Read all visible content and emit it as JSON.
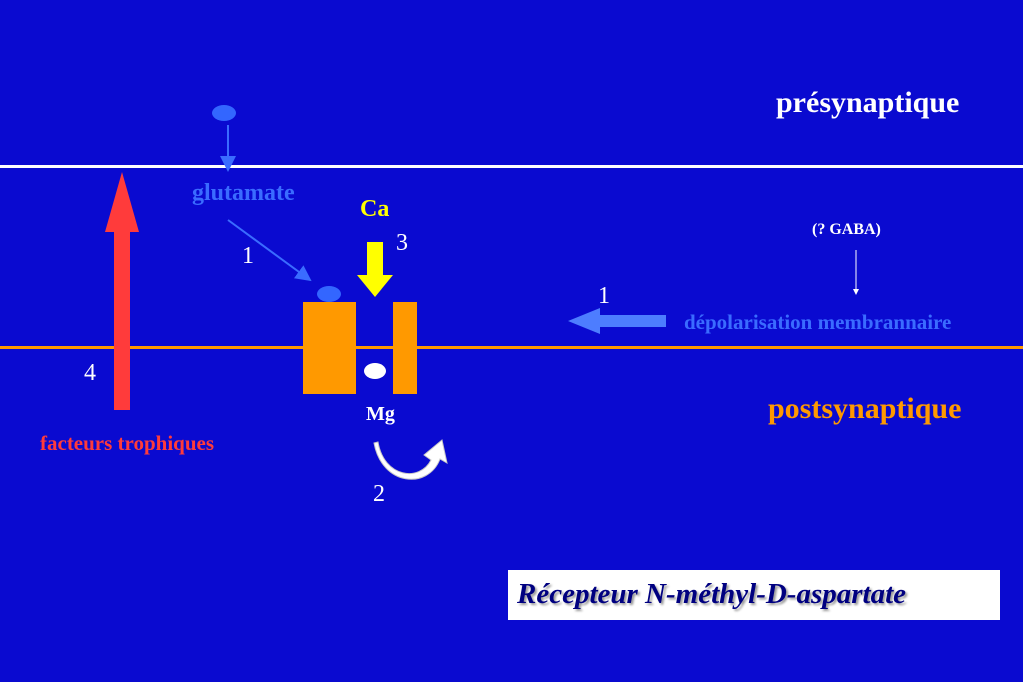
{
  "labels": {
    "presynaptic": "présynaptique",
    "postsynaptic": "postsynaptique",
    "glutamate": "glutamate",
    "calcium": "Ca",
    "magnesium": "Mg",
    "gaba": "(? GABA)",
    "depolarisation": "dépolarisation membrannaire",
    "trophic_factors": "facteurs trophiques",
    "title_box": "Récepteur N-méthyl-D-aspartate"
  },
  "steps": {
    "glutamate_binding": "1",
    "depolarisation": "1",
    "mg_release": "2",
    "calcium_entry": "3",
    "trophic_factors": "4"
  },
  "colors": {
    "background": "#0a0ad0",
    "presynaptic_membrane": "#ffffff",
    "postsynaptic_membrane": "#ff9900",
    "glutamate": "#3366ff",
    "receptor": "#ff9900",
    "calcium_arrow": "#ffff00",
    "trophic_arrow": "#ff3b3b"
  }
}
